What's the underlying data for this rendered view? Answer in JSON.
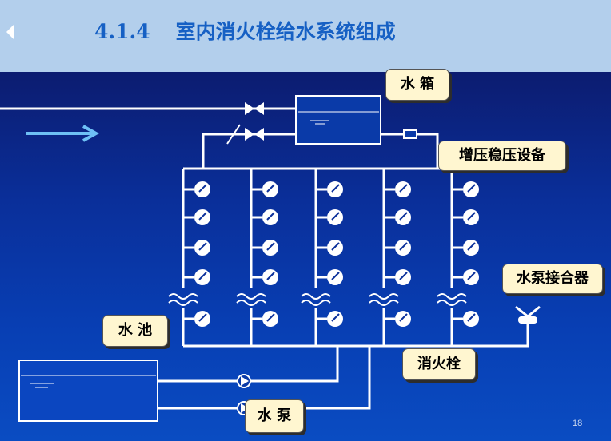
{
  "header": {
    "section_number": "4.1.4",
    "title": "室内消火栓给水系统组成"
  },
  "callouts": {
    "tank": "水 箱",
    "booster": "增压稳压设备",
    "pump_adapter": "水泵接合器",
    "pool": "水 池",
    "hydrant": "消火栓",
    "pump": "水 泵"
  },
  "page_number": "18",
  "colors": {
    "header_bg": "#b3cfec",
    "title": "#1660c4",
    "background_top": "#0c1c70",
    "background_bottom": "#0a4cc2",
    "pipe": "#ffffff",
    "flow_arrow": "#6ec0f5",
    "callout_bg": "#fff6d0"
  },
  "icons": [
    "back-arrow-icon",
    "gate-valve-icon",
    "check-valve-icon",
    "fire-hydrant-icon",
    "pump-icon",
    "pump-adapter-icon",
    "flow-arrow-icon"
  ]
}
